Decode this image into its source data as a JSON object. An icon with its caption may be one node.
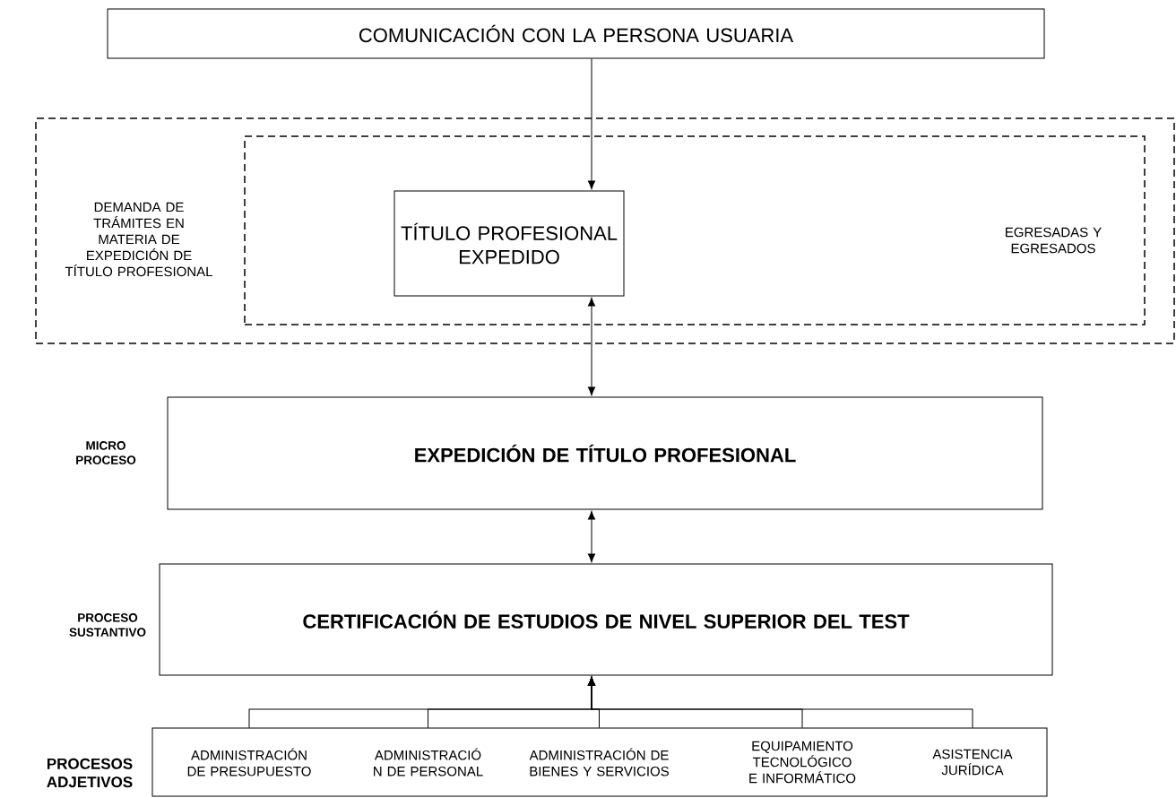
{
  "diagram": {
    "nodes": [
      {
        "text": [
          "COMUNICACIÓN CON LA PERSONA USUARIA"
        ]
      },
      {
        "text": [
          "DEMANDA DE TRÁMITES EN MATERIA DE EXPEDICIÓN DE TÍTULO PROFESIONAL"
        ]
      },
      {
        "text": [
          "EGRESADAS Y EGRESADOS"
        ],
        "in": 1
      },
      {
        "text": [
          "TÍTULO PROFESIONAL EXPEDIDO"
        ],
        "in": 2
      },
      {
        "text": [
          "EXPEDICIÓN DE TÍTULO PROFESIONAL"
        ],
        "beside": [
          "MICRO PROCESO"
        ]
      },
      {
        "text": [
          "CERTIFICACIÓN DE ESTUDIOS DE NIVEL SUPERIOR DEL TEST"
        ],
        "beside": [
          "PROCESO SUSTANTIVO"
        ]
      },
      {
        "text": [],
        "shape": "box",
        "beside": [
          "PROCESOS ADJETIVOS"
        ]
      },
      {
        "text": [
          "ADMINISTRACIÓN DE PRESUPUESTO"
        ],
        "in": 6
      },
      {
        "text": [
          "ADMINISTRACIÓ N DE PERSONAL"
        ],
        "in": 6
      },
      {
        "text": [
          "ADMINISTRACIÓN DE BIENES Y SERVICIOS"
        ],
        "in": 6
      },
      {
        "text": [
          "EQUIPAMIENTO TECNOLÓGICO E INFORMÁTICO"
        ],
        "in": 6
      },
      {
        "text": [
          "ASISTENCIA JURÍDICA"
        ],
        "in": 6
      }
    ],
    "edges": [
      {
        "from": 0,
        "to": 3,
        "arrow": "to"
      },
      {
        "from": 4,
        "to": 3,
        "arrow": "both"
      },
      {
        "from": 5,
        "to": 4,
        "arrow": "both"
      },
      {
        "from": 7,
        "to": 5,
        "arrow": "to"
      },
      {
        "from": 8,
        "to": 5,
        "arrow": "to"
      },
      {
        "from": 9,
        "to": 5,
        "arrow": "to"
      },
      {
        "from": 10,
        "to": 5,
        "arrow": "to"
      },
      {
        "from": 11,
        "to": 5,
        "arrow": "to"
      }
    ]
  }
}
